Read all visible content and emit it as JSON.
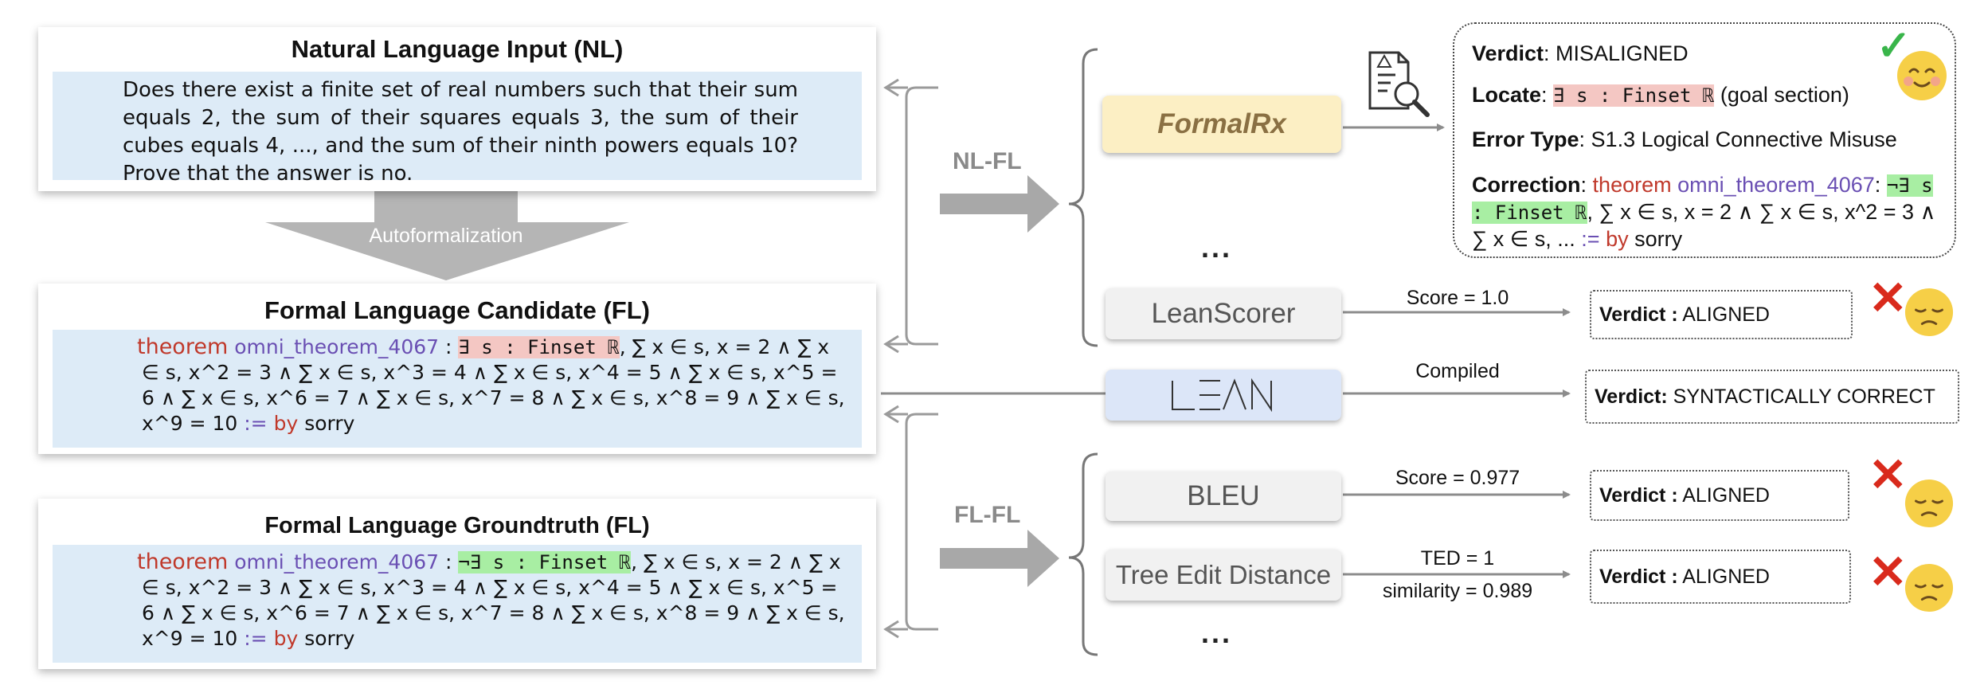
{
  "nl_card": {
    "title": "Natural Language Input (NL)",
    "text": "Does there exist a finite set of real numbers such that their sum equals 2, the sum of their squares equals 3, the sum of their cubes equals 4, ..., and the sum of their ninth powers equals 10? Prove that the answer is no."
  },
  "autoformalization_label": "Autoformalization",
  "candidate_card": {
    "title": "Formal Language Candidate (FL)",
    "kw_theorem": "theorem",
    "name": "omni_theorem_4067",
    "colon": " : ",
    "highlight": "∃ s : Finset ℝ",
    "rest": ", ∑ x ∈ s, x = 2 ∧ ∑ x ∈ s, x^2 = 3 ∧ ∑ x ∈ s, x^3 = 4 ∧ ∑ x ∈ s, x^4 = 5 ∧ ∑ x ∈ s, x^5 = 6 ∧ ∑ x ∈ s, x^6 = 7 ∧ ∑ x ∈ s, x^7 = 8 ∧ ∑ x ∈ s, x^8 = 9 ∧ ∑ x ∈ s, x^9 = 10 ",
    "assign": ":=",
    "by": "by",
    "sorry": "sorry"
  },
  "groundtruth_card": {
    "title": "Formal Language Groundtruth (FL)",
    "kw_theorem": "theorem",
    "name": "omni_theorem_4067",
    "colon": " : ",
    "highlight": "¬∃ s : Finset ℝ",
    "rest": ", ∑ x ∈ s, x = 2 ∧ ∑ x ∈ s, x^2 = 3 ∧ ∑ x ∈ s, x^3 = 4 ∧ ∑ x ∈ s, x^4 = 5 ∧ ∑ x ∈ s, x^5 = 6 ∧ ∑ x ∈ s, x^6 = 7 ∧ ∑ x ∈ s, x^7 = 8 ∧ ∑ x ∈ s, x^8 = 9 ∧ ∑ x ∈ s, x^9 = 10 ",
    "assign": ":=",
    "by": "by",
    "sorry": "sorry"
  },
  "labels": {
    "nl_fl": "NL-FL",
    "fl_fl": "FL-FL",
    "dots": "..."
  },
  "methods": {
    "formalrx": "FormalRx",
    "leanscorer": "LeanScorer",
    "lean": "LEAN",
    "bleu": "BLEU",
    "ted": "Tree Edit Distance"
  },
  "edge_labels": {
    "leanscorer": "Score = 1.0",
    "lean": "Compiled",
    "bleu": "Score = 0.977",
    "ted_1": "TED = 1",
    "ted_2": "similarity = 0.989"
  },
  "verdicts": {
    "leanscorer_key": "Verdict :",
    "leanscorer_val": " ALIGNED",
    "lean_key": "Verdict:",
    "lean_val": " SYNTACTICALLY CORRECT",
    "bleu_key": "Verdict :",
    "bleu_val": " ALIGNED",
    "ted_key": "Verdict :",
    "ted_val": " ALIGNED"
  },
  "formalrx_output": {
    "verdict_key": "Verdict",
    "verdict_val": ": MISALIGNED",
    "locate_key": "Locate",
    "locate_sep": ": ",
    "locate_code": "∃ s : Finset ℝ",
    "locate_rest": " (goal section)",
    "error_key": "Error Type",
    "error_val": ": S1.3 Logical Connective Misuse",
    "corr_key": "Correction",
    "corr_sep": ": ",
    "corr_kw": "theorem",
    "corr_name": "omni_theorem_4067",
    "corr_colon": ":",
    "corr_hl": "¬∃ s : Finset ℝ",
    "corr_rest": ", ∑ x ∈ s, x = 2 ∧ ∑ x ∈ s, x^2 = 3 ∧ ∑ x ∈ s, ... ",
    "corr_assign": ":=",
    "corr_by": "by",
    "corr_sorry": "sorry"
  },
  "colors": {
    "card_fill": "#ddebf7",
    "formalrx_fill": "#fcefc4",
    "lean_fill": "#dce6f8",
    "method_fill": "#f1f1f1",
    "arrow_gray": "#a8a8a8",
    "keyword_red": "#c0392b",
    "name_purple": "#6a4fb3",
    "misaligned_highlight": "#f4c7c3",
    "correct_highlight": "#a8eea3",
    "cross_red": "#d92a1c",
    "check_green": "#39b54a"
  },
  "icons": [
    "document-search-icon",
    "check-icon",
    "happy-face-icon",
    "cross-icon",
    "sad-face-icon"
  ]
}
